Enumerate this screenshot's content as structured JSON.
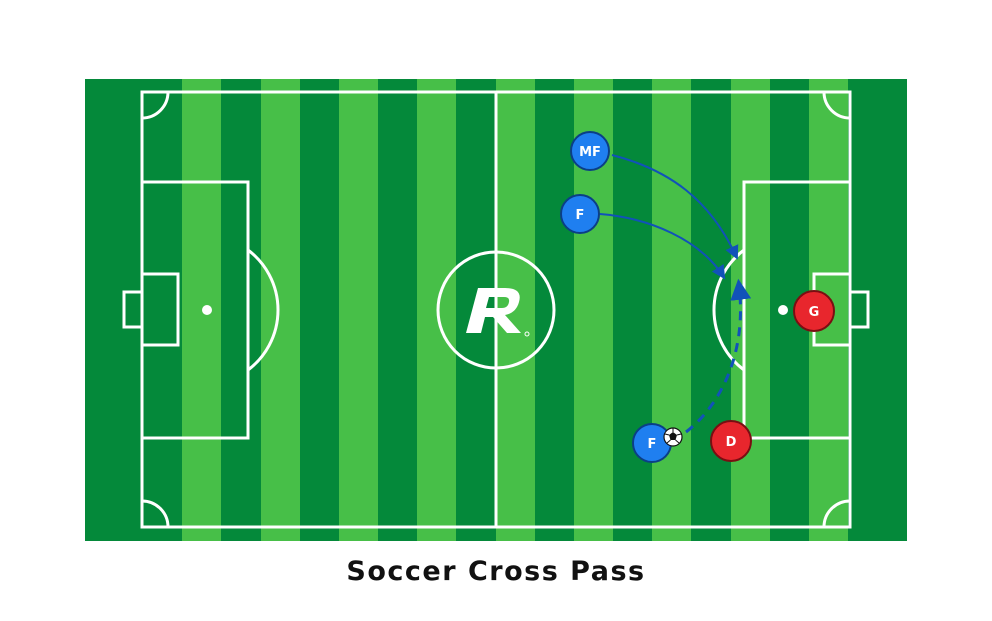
{
  "title": "Soccer Cross Pass",
  "colors": {
    "field_dark": "#04893a",
    "field_light": "#47bf48",
    "lines": "#ffffff",
    "attacker": "#1f7ff0",
    "attacker_border": "#0b3f86",
    "defender": "#e8262d",
    "defender_border": "#7a0e12",
    "pass_arrow": "#1152b9"
  },
  "logo": {
    "name": "R-logo",
    "text": "R"
  },
  "players": [
    {
      "id": "mf",
      "label": "MF",
      "team": "attack"
    },
    {
      "id": "f-top",
      "label": "F",
      "team": "attack"
    },
    {
      "id": "f-ball",
      "label": "F",
      "team": "attack",
      "has_ball": true
    },
    {
      "id": "d",
      "label": "D",
      "team": "defense"
    },
    {
      "id": "g",
      "label": "G",
      "team": "defense"
    }
  ],
  "arrows": [
    {
      "from": "MF",
      "type": "run"
    },
    {
      "from": "F",
      "type": "run"
    },
    {
      "from": "F",
      "type": "cross-pass",
      "style": "dashed"
    }
  ],
  "icons": {
    "ball": "soccer-ball-icon"
  }
}
